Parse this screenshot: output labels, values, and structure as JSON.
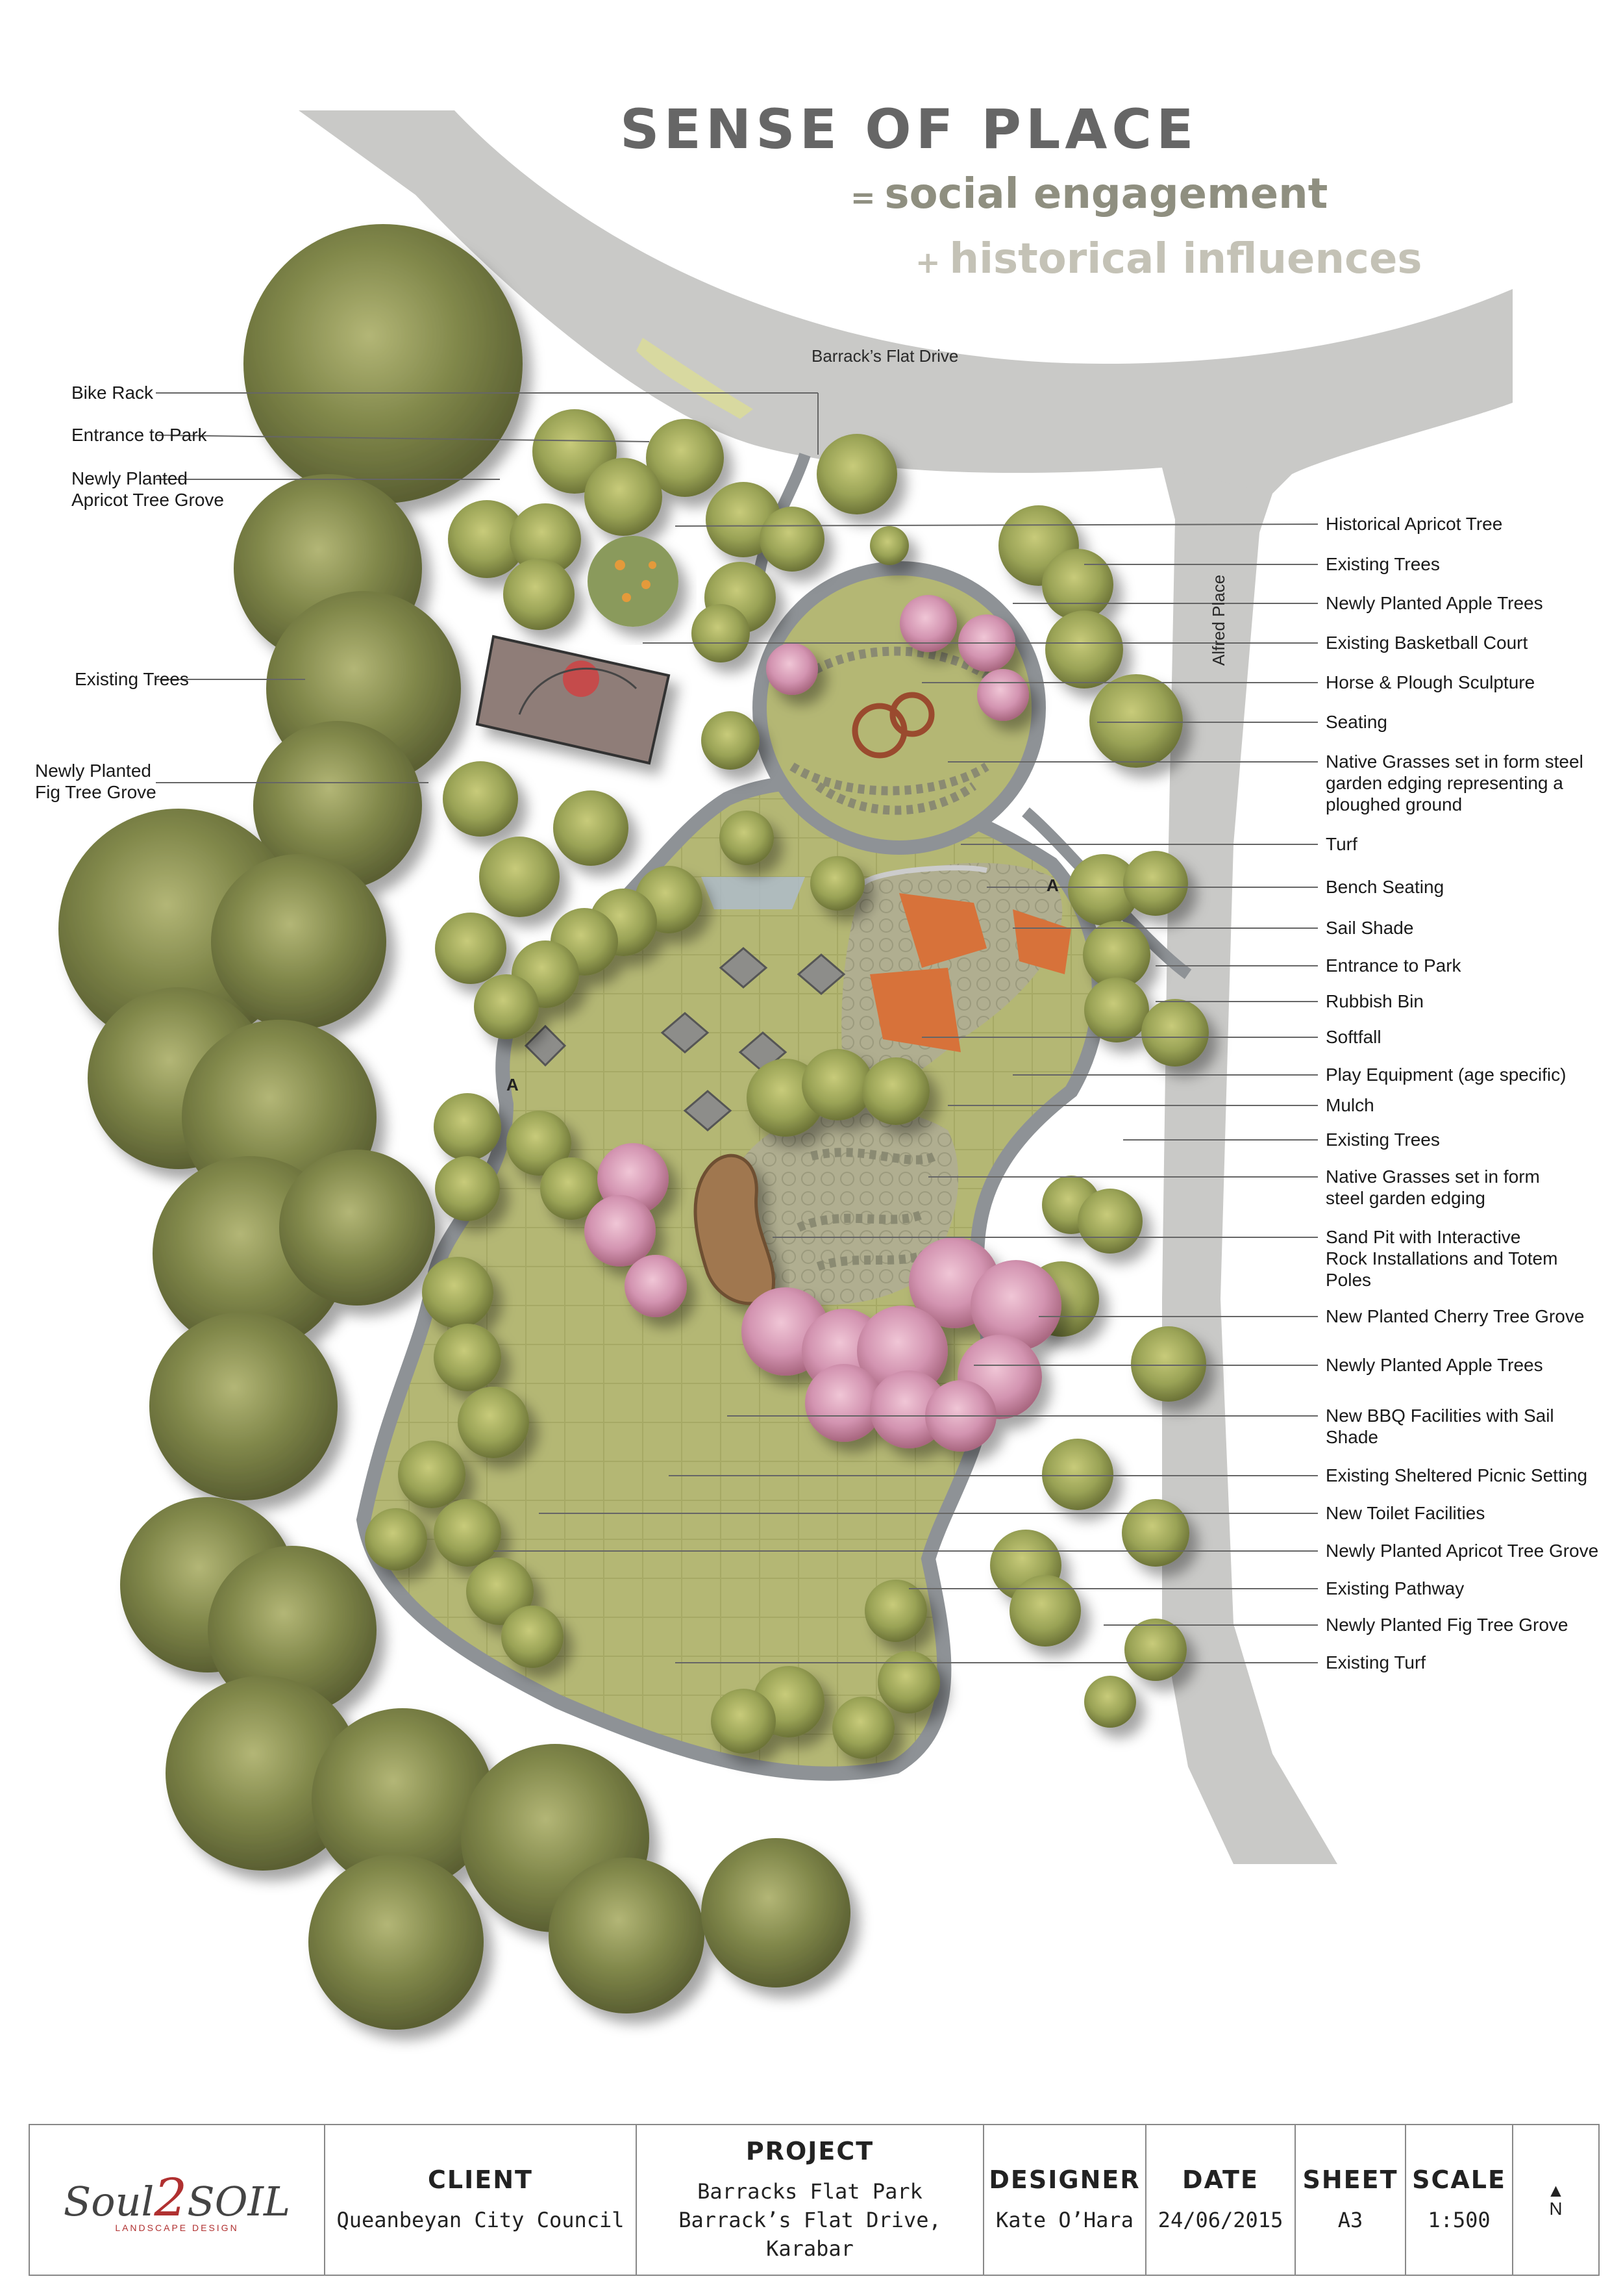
{
  "title": {
    "main": "SENSE OF PLACE",
    "sub1_operator": "=",
    "sub1": "social engagement",
    "sub2_operator": "+",
    "sub2": "historical influences"
  },
  "streets": {
    "top": "Barrack’s Flat Drive",
    "side": "Alfred Place"
  },
  "section_marker": "A",
  "labels_left": [
    "Bike Rack",
    "Entrance to Park",
    "Newly Planted\nApricot Tree Grove",
    "Existing Trees",
    "Newly Planted\nFig Tree Grove"
  ],
  "labels_right": [
    "Historical Apricot Tree",
    "Existing Trees",
    "Newly Planted Apple Trees",
    "Existing Basketball Court",
    "Horse & Plough Sculpture",
    "Seating",
    "Native Grasses set in form steel\ngarden edging representing a\nploughed ground",
    "Turf",
    "Bench Seating",
    "Sail Shade",
    "Entrance to Park",
    "Rubbish Bin",
    "Softfall",
    "Play Equipment (age specific)",
    "Mulch",
    "Existing Trees",
    "Native Grasses set in form\nsteel garden edging",
    "Sand Pit with Interactive\nRock Installations and Totem\nPoles",
    "New Planted Cherry Tree Grove",
    "Newly Planted Apple Trees",
    "New BBQ Facilities with Sail\nShade",
    "Existing Sheltered Picnic Setting",
    "New Toilet Facilities",
    "Newly Planted Apricot Tree Grove",
    "Existing Pathway",
    "Newly Planted Fig Tree Grove",
    "Existing Turf"
  ],
  "title_block": {
    "logo_text_1": "Soul",
    "logo_text_2": "2",
    "logo_text_3": "SOIL",
    "logo_subtitle": "LANDSCAPE DESIGN",
    "client_head": "CLIENT",
    "client": "Queanbeyan City Council",
    "project_head": "PROJECT",
    "project_line1": "Barracks Flat Park",
    "project_line2": "Barrack’s Flat Drive, Karabar",
    "designer_head": "DESIGNER",
    "designer": "Kate O’Hara",
    "date_head": "DATE",
    "date": "24/06/2015",
    "sheet_head": "SHEET",
    "sheet": "A3",
    "scale_head": "SCALE",
    "scale": "1:500",
    "north": "N"
  },
  "colors": {
    "road": "#c9c9c7",
    "path": "#8e9296",
    "turf": "#b7ba78",
    "tree_dark": "#6d7442",
    "tree_light": "#9aa356",
    "cherry": "#d89ab4",
    "softfall": "#d7723a",
    "court": "#8f7d78",
    "sandpit": "#a07750"
  }
}
